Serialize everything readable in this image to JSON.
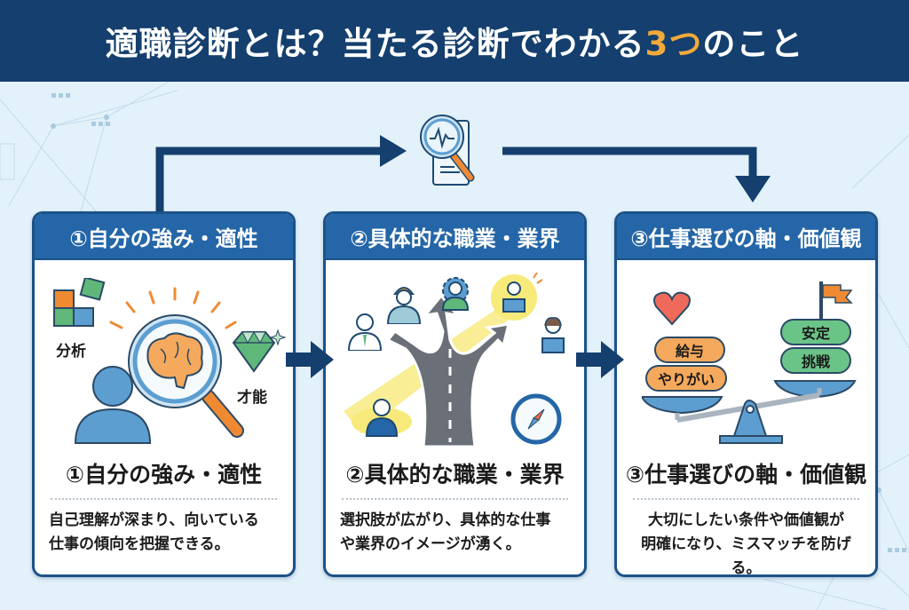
{
  "header": {
    "title_main": "適職診断とは？当たる診断でわかる",
    "title_accent": "3つ",
    "title_tail": "のこと"
  },
  "colors": {
    "header_bg": "#143f6e",
    "accent": "#f2a93b",
    "card_head": "#2466a7",
    "arrow": "#143f6e"
  },
  "flow": {
    "top_icon": "diagnosis-magnifier-document-icon"
  },
  "cards": [
    {
      "header": "①自分の強み・適性",
      "subtitle": "①自分の強み・適性",
      "description_lines": [
        "自己理解が深まり、向いている",
        "仕事の傾向を把握できる。"
      ],
      "illustration": {
        "labels": [
          "分析",
          "才能"
        ],
        "icons": [
          "puzzle-icon",
          "brain-magnifier-icon",
          "person-icon",
          "diamond-icon"
        ]
      }
    },
    {
      "header": "②具体的な職業・業界",
      "subtitle": "②具体的な職業・業界",
      "description_lines": [
        "選択肢が広がり、具体的な仕事",
        "や業界のイメージが湧く。"
      ],
      "illustration": {
        "icons": [
          "crossroads-icon",
          "doctor-icon",
          "construction-worker-icon",
          "engineer-icon",
          "laptop-worker-icon",
          "office-worker-icon",
          "businessman-icon",
          "compass-icon"
        ]
      }
    },
    {
      "header": "③仕事選びの軸・価値観",
      "subtitle": "③仕事選びの軸・価値観",
      "description_lines": [
        "大切にしたい条件や価値観が",
        "明確になり、ミスマッチを防げる。"
      ],
      "illustration": {
        "left_pills": [
          "給与",
          "やりがい"
        ],
        "right_pills": [
          "安定",
          "挑戦"
        ],
        "icons": [
          "heart-icon",
          "flag-icon",
          "balance-scale-icon"
        ]
      }
    }
  ]
}
